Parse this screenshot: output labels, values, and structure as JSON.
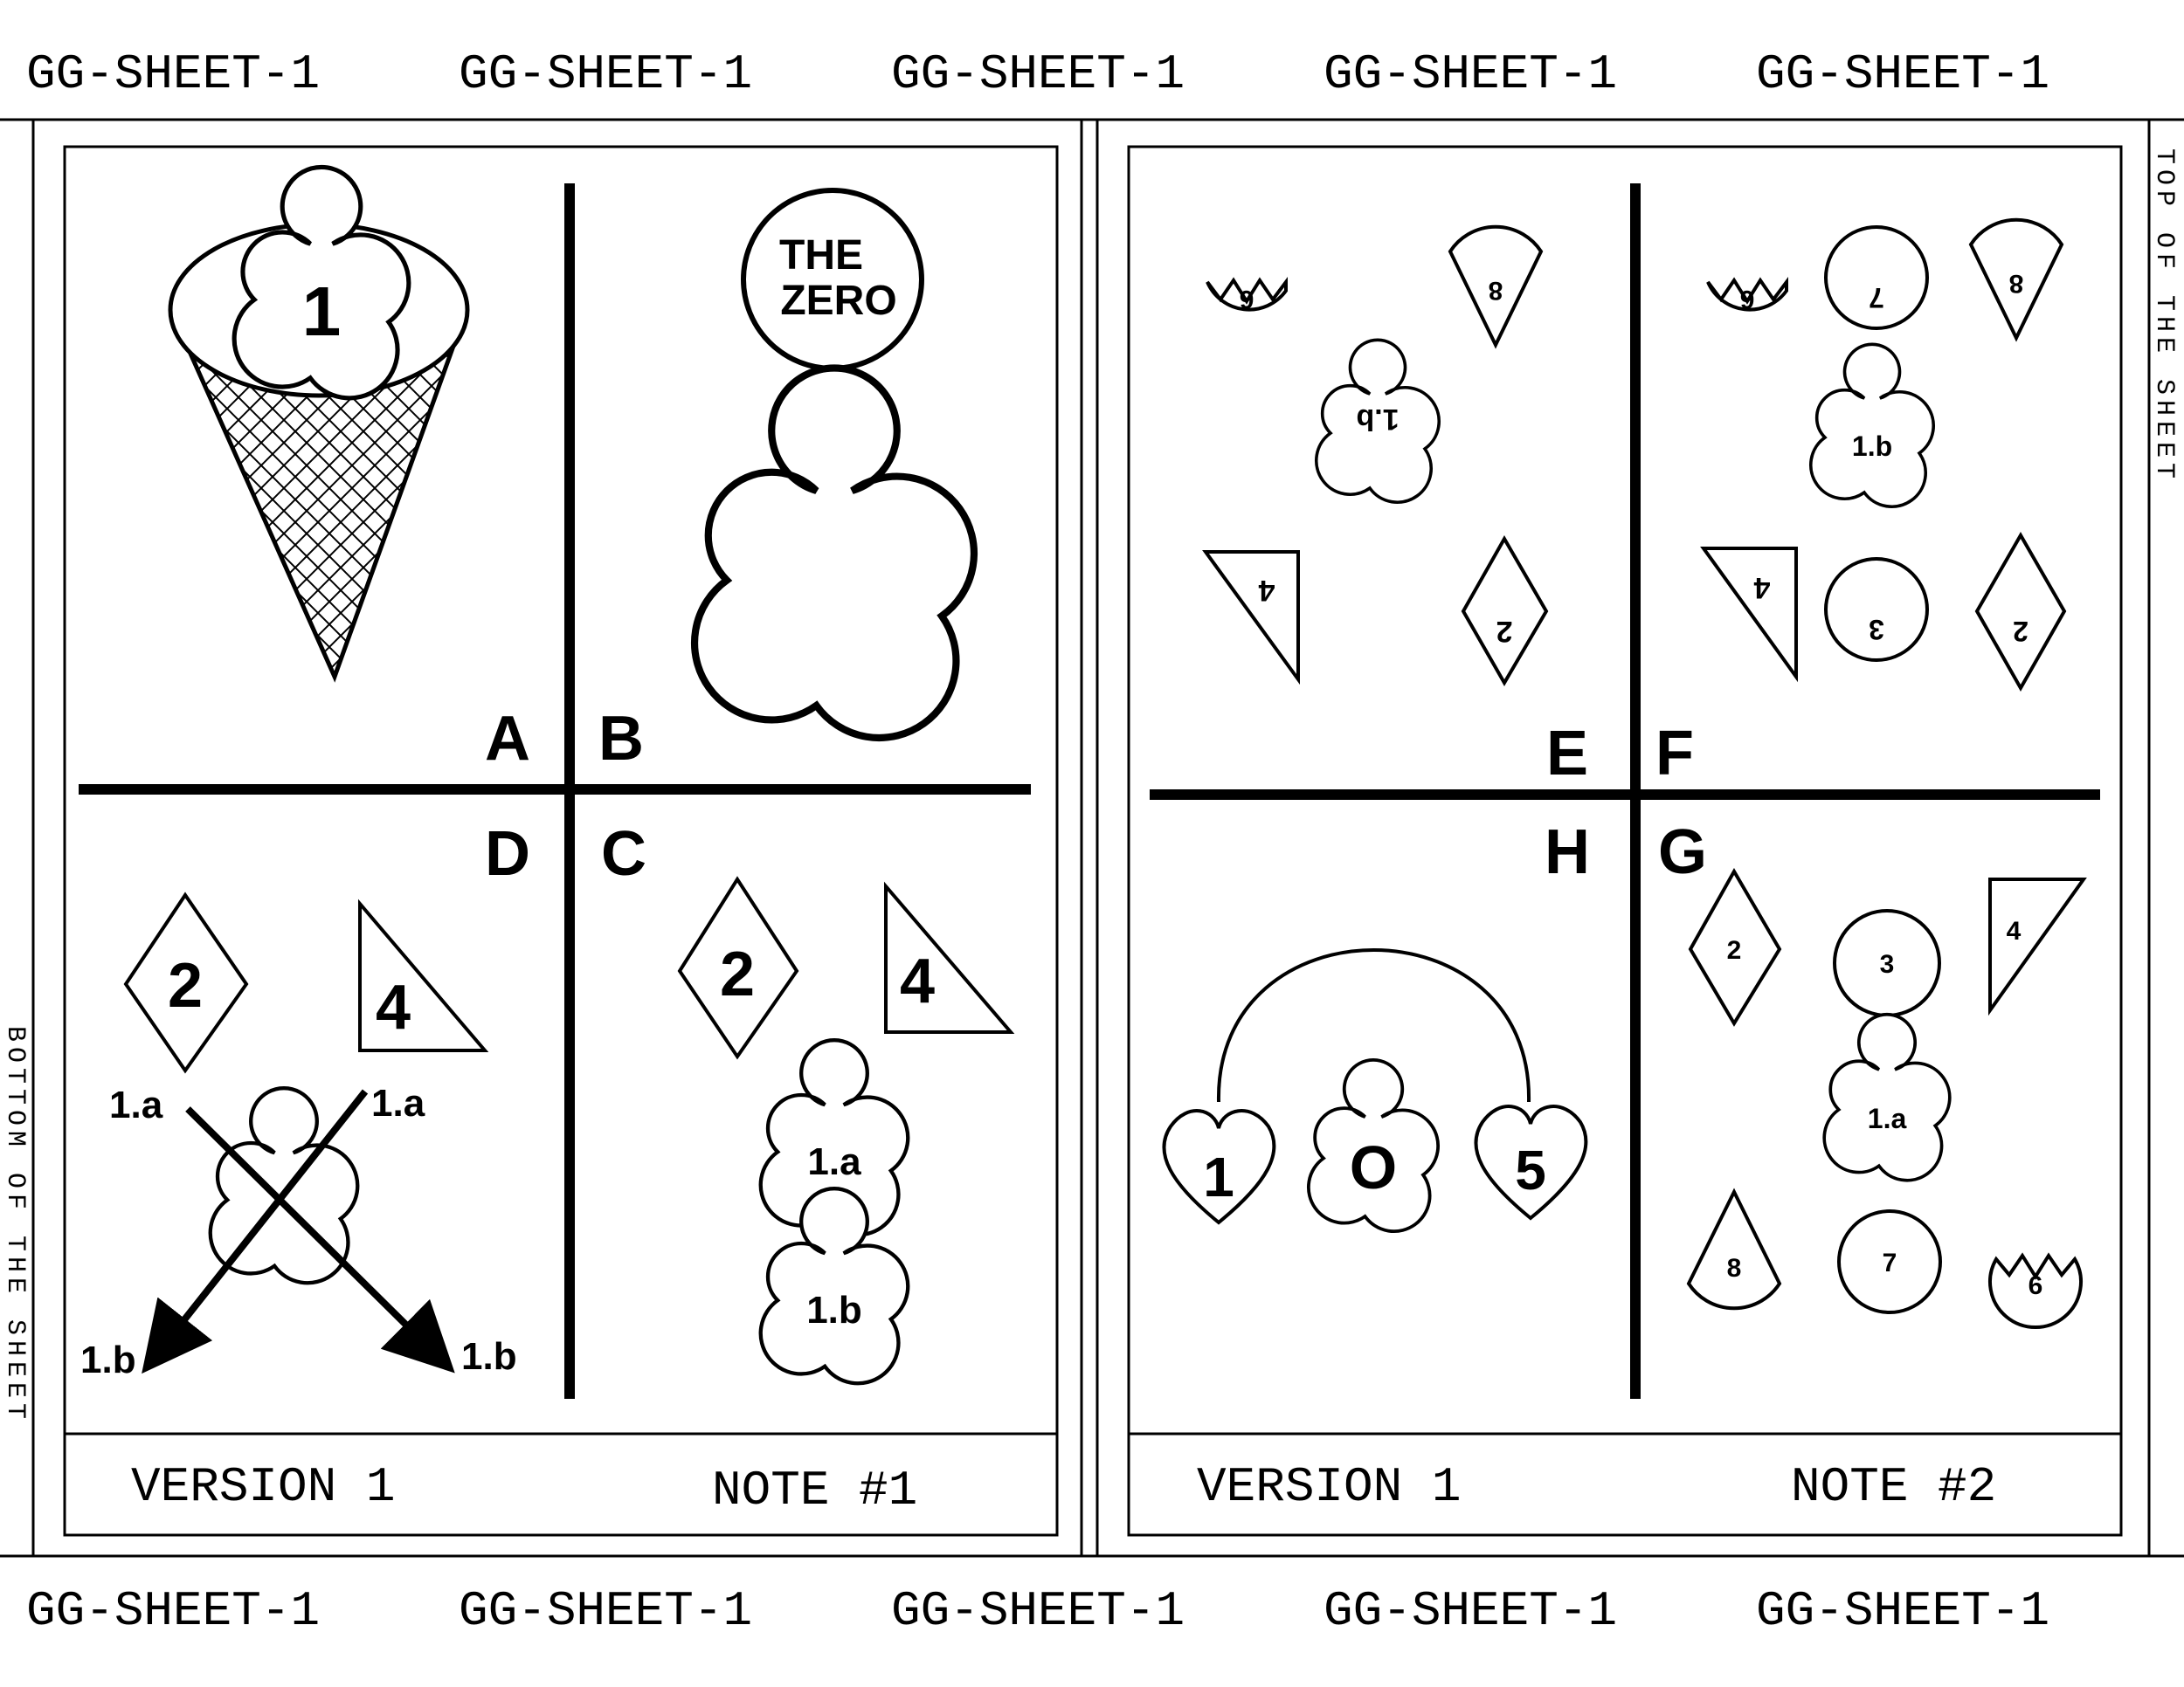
{
  "header": {
    "banner_top": [
      "GG-SHEET-1",
      "GG-SHEET-1",
      "GG-SHEET-1",
      "GG-SHEET-1",
      "GG-SHEET-1"
    ],
    "banner_bottom": [
      "GG-SHEET-1",
      "GG-SHEET-1",
      "GG-SHEET-1",
      "GG-SHEET-1",
      "GG-SHEET-1"
    ],
    "side_left": "BOTTOM OF THE SHEET",
    "side_right": "TOP OF THE SHEET"
  },
  "note1": {
    "version": "VERSION 1",
    "note": "NOTE #1",
    "quadrants": {
      "a": "A",
      "b": "B",
      "c": "C",
      "d": "D"
    },
    "cone_number": "1",
    "zero_label_line1": "THE",
    "zero_label_line2": "ZERO",
    "d_diamond": "2",
    "d_triangle": "4",
    "d_1a_left": "1.a",
    "d_1a_right": "1.a",
    "d_1b_left": "1.b",
    "d_1b_right": "1.b",
    "c_diamond": "2",
    "c_triangle": "4",
    "c_clover_top": "1.a",
    "c_clover_bottom": "1.b"
  },
  "note2": {
    "version": "VERSION 1",
    "note": "NOTE #2",
    "quadrants": {
      "e": "E",
      "f": "F",
      "g": "G",
      "h": "H"
    },
    "e_pac": "6",
    "e_drop": "8",
    "e_clover": "1.b",
    "e_triangle": "4",
    "e_diamond": "2",
    "f_pac": "6",
    "f_circle_top": "7",
    "f_drop": "8",
    "f_clover": "1.b",
    "f_triangle": "4",
    "f_circle_mid": "3",
    "f_diamond": "2",
    "g_diamond": "2",
    "g_circle_top": "3",
    "g_triangle": "4",
    "g_clover": "1.a",
    "g_drop": "8",
    "g_circle_bottom": "7",
    "g_pac": "6",
    "h_heart_left": "1",
    "h_clover": "O",
    "h_heart_right": "5"
  }
}
